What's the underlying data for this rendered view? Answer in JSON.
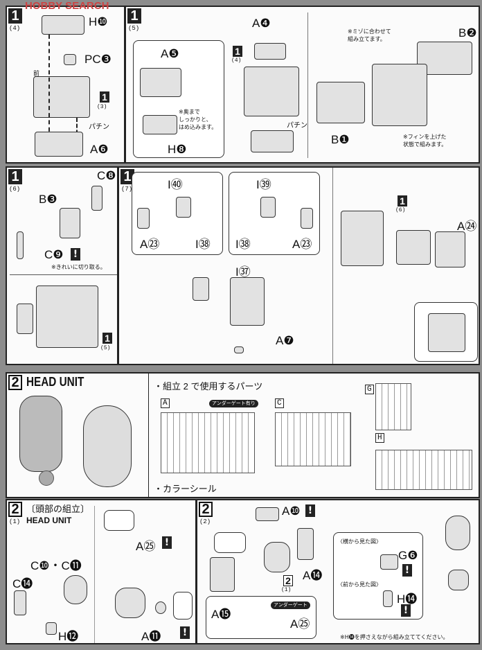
{
  "watermark": "HOBBY SEARCH",
  "p1_4": {
    "step": "1",
    "sub": "(4)",
    "labels": [
      "H❿",
      "PC❸",
      "A❻"
    ],
    "ref": "1",
    "ref_sub": "(3)",
    "snap": "パチン",
    "front": "前"
  },
  "p1_5": {
    "step": "1",
    "sub": "(5)",
    "labels": [
      "A❺",
      "H❽",
      "A❹",
      "B❷",
      "B❶"
    ],
    "note1": "※奥まで\nしっかりと、\nはめ込みます。",
    "note2": "※ミゾに合わせて\n組み立てます。",
    "note3": "※フィンを上げた\n状態で組みます。",
    "ref": "1",
    "ref_sub": "(4)",
    "snap": "パチン"
  },
  "p1_6": {
    "step": "1",
    "sub": "(6)",
    "labels": [
      "C❽",
      "B❸",
      "C❾"
    ],
    "note": "※きれいに切り取る。",
    "ref": "1",
    "ref_sub": "(5)"
  },
  "p1_7": {
    "step": "1",
    "sub": "(7)",
    "labels": [
      "I㊵",
      "A㉓",
      "I㊳",
      "I㊴",
      "I㊳",
      "A㉓",
      "I㊲",
      "A❼",
      "A㉔"
    ],
    "ref": "1",
    "ref_sub": "(6)"
  },
  "head": {
    "step": "2",
    "title": "HEAD UNIT",
    "parts_title": "・組立 2 で使用するパーツ",
    "runners": [
      "A",
      "C",
      "G",
      "H"
    ],
    "undergate": "アンダーゲート有り",
    "sticker": "・カラーシール"
  },
  "p2_1": {
    "step": "2",
    "sub": "(1)",
    "title_jp": "〔頭部の組立〕",
    "title_en": "HEAD UNIT",
    "labels": [
      "C❿・C⓫",
      "C⓮",
      "H⓬",
      "A㉕",
      "A⓫"
    ]
  },
  "p2_2": {
    "step": "2",
    "sub": "(2)",
    "labels": [
      "A❿",
      "A⓮",
      "A⓯",
      "A㉕",
      "G❻",
      "H⓮"
    ],
    "undergate": "アンダーゲート",
    "side1": "〈横から見た図〉",
    "side2": "〈前から見た図〉",
    "note": "※H⓮を押さえながら組み立ててください。",
    "ref": "2",
    "ref_sub": "(1)"
  }
}
